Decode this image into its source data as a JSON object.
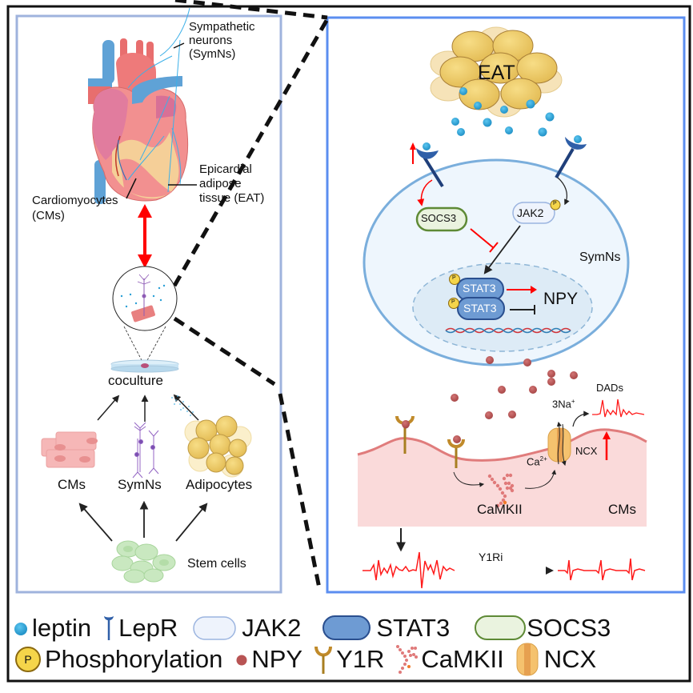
{
  "figure": {
    "colors": {
      "outer_border": "#111111",
      "left_panel_border": "#9FB3DD",
      "right_panel_border": "#5B8EF0",
      "leptin": "#2A9FD6",
      "lepr": "#2F5FA8",
      "jak2_fill": "#EEF3FC",
      "jak2_stroke": "#9CB5E0",
      "stat3_fill": "#6E9BD3",
      "stat3_stroke": "#2A4F8F",
      "socs3_fill": "#EAF3DF",
      "socs3_stroke": "#5E8A36",
      "phospho_fill": "#F5D54A",
      "phospho_stroke": "#8C6A10",
      "npy": "#B85454",
      "y1r": "#C08A2A",
      "camkii": "#E07A7A",
      "ncx": "#F5C26E",
      "activation_arrow": "#FF0000",
      "ecg": "#FF1A1A",
      "cell_fill": "#EEF6FD",
      "cell_stroke": "#7AAEDC",
      "cm_fill": "#FADADA",
      "cm_membrane": "#E07C7C"
    },
    "left_panel": {
      "heart_labels": {
        "symns_line1": "Sympathetic",
        "symns_line2": "neurons",
        "symns_line3": "(SymNs)",
        "eat_line1": "Epicardial",
        "eat_line2": "adipose",
        "eat_line3": "tissue (EAT)",
        "cms_line1": "Cardiomyocytes",
        "cms_line2": "(CMs)"
      },
      "coculture_label": "coculture",
      "cell_types": {
        "cms": "CMs",
        "symns": "SymNs",
        "adipocytes": "Adipocytes"
      },
      "stem_cells_label": "Stem cells"
    },
    "right_panel": {
      "eat_label": "EAT",
      "symns_label": "SymNs",
      "socs3_label": "SOCS3",
      "jak2_label": "JAK2",
      "stat3_top_label": "STAT3",
      "stat3_bottom_label": "STAT3",
      "phospho_label": "P",
      "npy_label": "NPY",
      "dads_label": "DADs",
      "na_label": "3Na",
      "na_sup": "+",
      "ca_label": "Ca",
      "ca_sup": "2+",
      "ncx_label": "NCX",
      "camkii_label": "CaMKII",
      "cms_label": "CMs",
      "y1ri_label": "Y1Ri"
    },
    "legend": {
      "row1": [
        {
          "icon": "leptin-dot-icon",
          "label": "leptin"
        },
        {
          "icon": "lepr-receptor-icon",
          "label": "LepR"
        },
        {
          "icon": "jak2-pill-icon",
          "label": "JAK2"
        },
        {
          "icon": "stat3-pill-icon",
          "label": "STAT3"
        },
        {
          "icon": "socs3-pill-icon",
          "label": "SOCS3"
        }
      ],
      "row2": [
        {
          "icon": "phosphorylation-icon",
          "label": "Phosphorylation",
          "symbol": "P"
        },
        {
          "icon": "npy-dot-icon",
          "label": "NPY"
        },
        {
          "icon": "y1r-receptor-icon",
          "label": "Y1R"
        },
        {
          "icon": "camkii-icon",
          "label": "CaMKII"
        },
        {
          "icon": "ncx-channel-icon",
          "label": "NCX"
        }
      ]
    }
  }
}
